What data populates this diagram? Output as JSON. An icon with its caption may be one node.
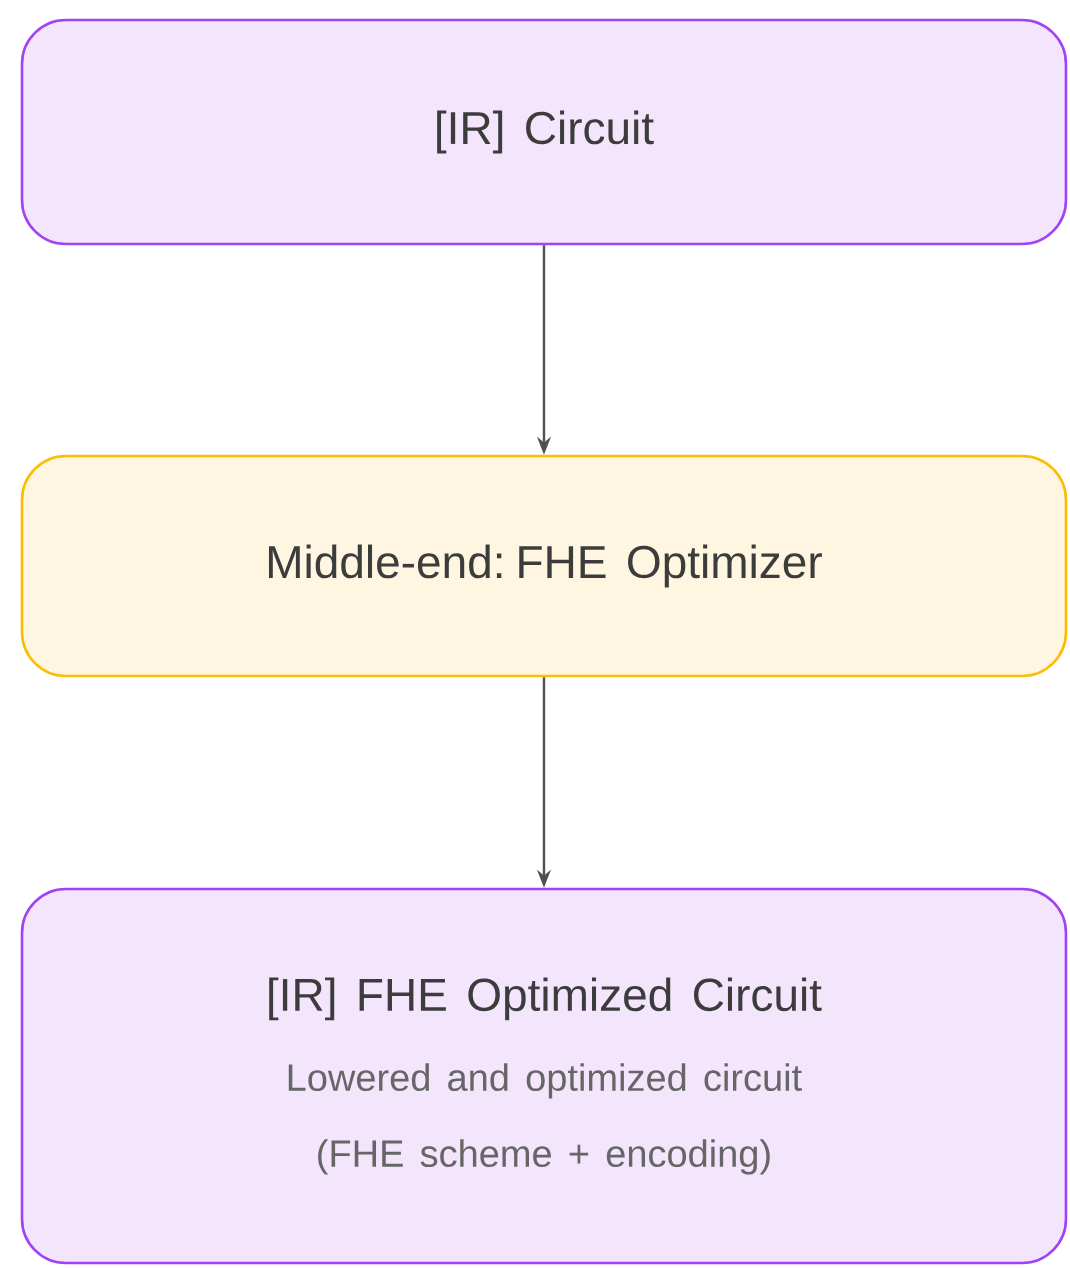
{
  "diagram": {
    "nodes": [
      {
        "text": [
          "[IR] Circuit"
        ]
      },
      {
        "text": [
          "Middle-end: FHE Optimizer"
        ]
      },
      {
        "text": [
          "[IR] FHE Optimized Circuit",
          "Lowered and optimized circuit (FHE scheme + encoding)"
        ]
      }
    ],
    "edges": [
      {
        "from": 0,
        "to": 1,
        "arrow": "to"
      },
      {
        "from": 1,
        "to": 2,
        "arrow": "to"
      }
    ]
  }
}
